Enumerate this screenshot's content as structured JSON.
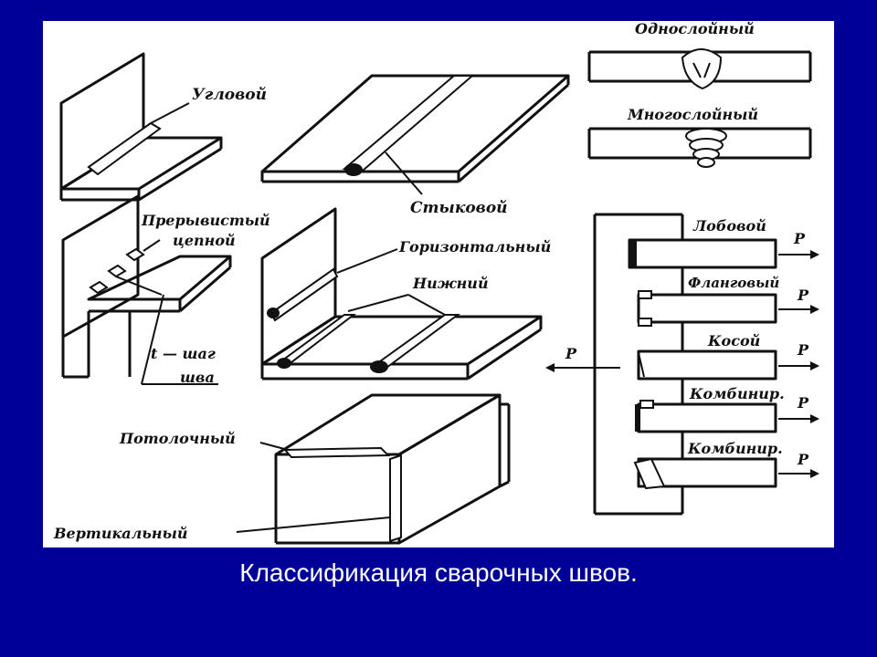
{
  "caption": "Классификация сварочных швов.",
  "labels": {
    "uglovoy": "Угловой",
    "stykovoy": "Стыковой",
    "odnosloyny": "Однослойный",
    "mnogosloyny": "Многослойный",
    "preryvisty": "Прерывистый",
    "tsepnoy": "цепной",
    "gorizontalny": "Горизонтальный",
    "nizhniy": "Нижний",
    "shag": "t — шаг",
    "shva": "шва",
    "lobovoy": "Лобовой",
    "flangovy": "Фланговый",
    "kosoy": "Косой",
    "kombinir_1": "Комбинир.",
    "kombinir_2": "Комбинир.",
    "potolochny": "Потолочный",
    "vertikalny": "Вертикальный",
    "force": "P"
  },
  "colors": {
    "background": "#000099",
    "figure": "#ffffff",
    "ink": "#111111",
    "caption": "#ffffff"
  }
}
